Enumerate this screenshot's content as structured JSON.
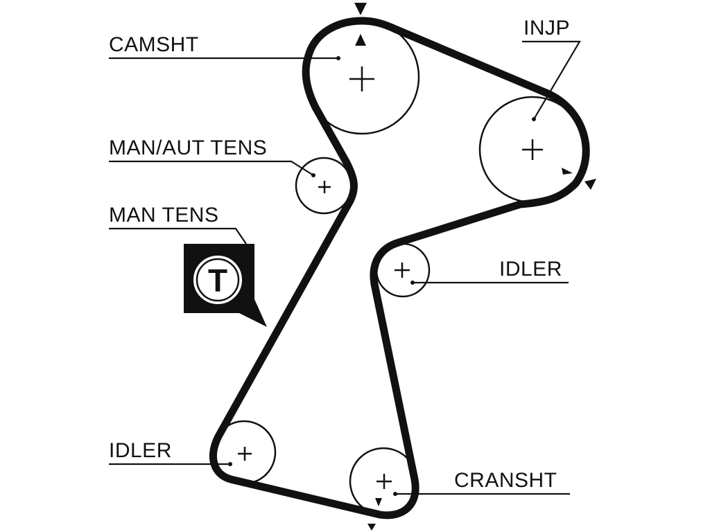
{
  "labels": {
    "camshaft": "CAMSHT",
    "injection_pump": "INJP",
    "man_aut_tensioner": "MAN/AUT TENS",
    "man_tensioner": "MAN TENS",
    "idler_right": "IDLER",
    "idler_left": "IDLER",
    "crankshaft": "CRANSHT",
    "tensioner_badge": "T"
  }
}
